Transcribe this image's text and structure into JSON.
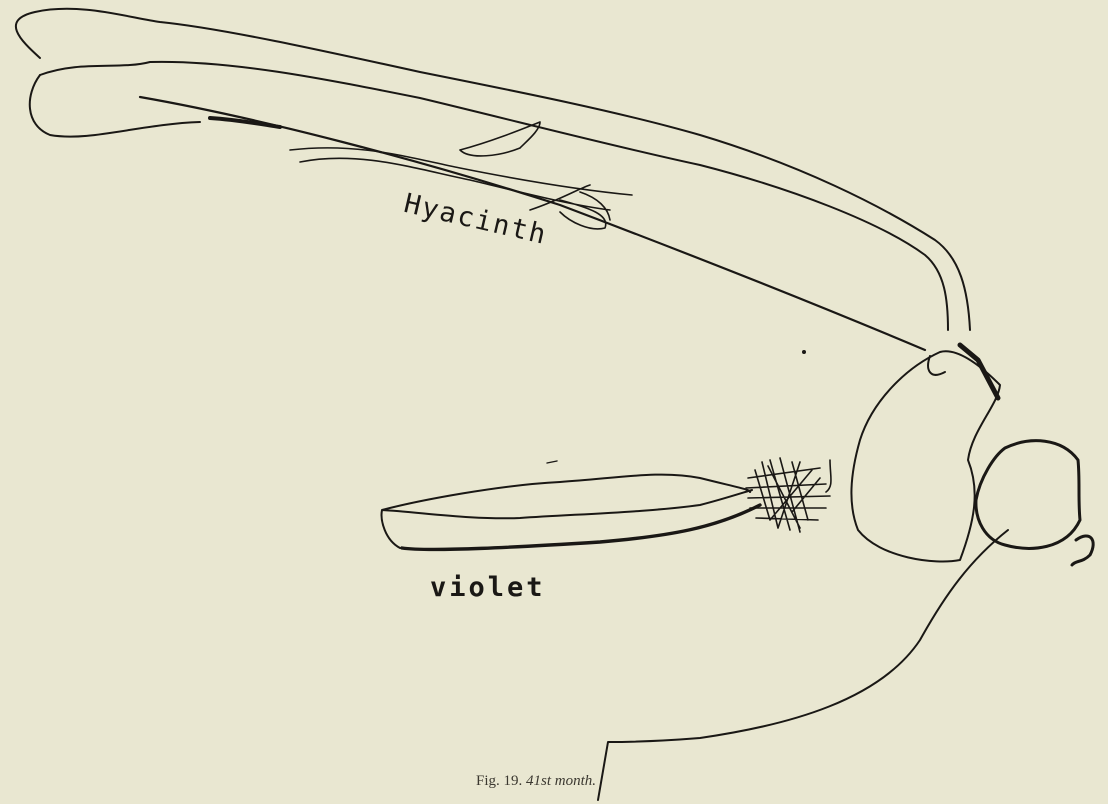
{
  "drawing": {
    "labels": {
      "hyacinth": "Hyacinth",
      "violet": "violet"
    },
    "caption": {
      "prefix": "Fig. 19.",
      "age": "41st month."
    }
  },
  "colors": {
    "paper": "#e9e7d1",
    "ink": "#1a1815"
  }
}
